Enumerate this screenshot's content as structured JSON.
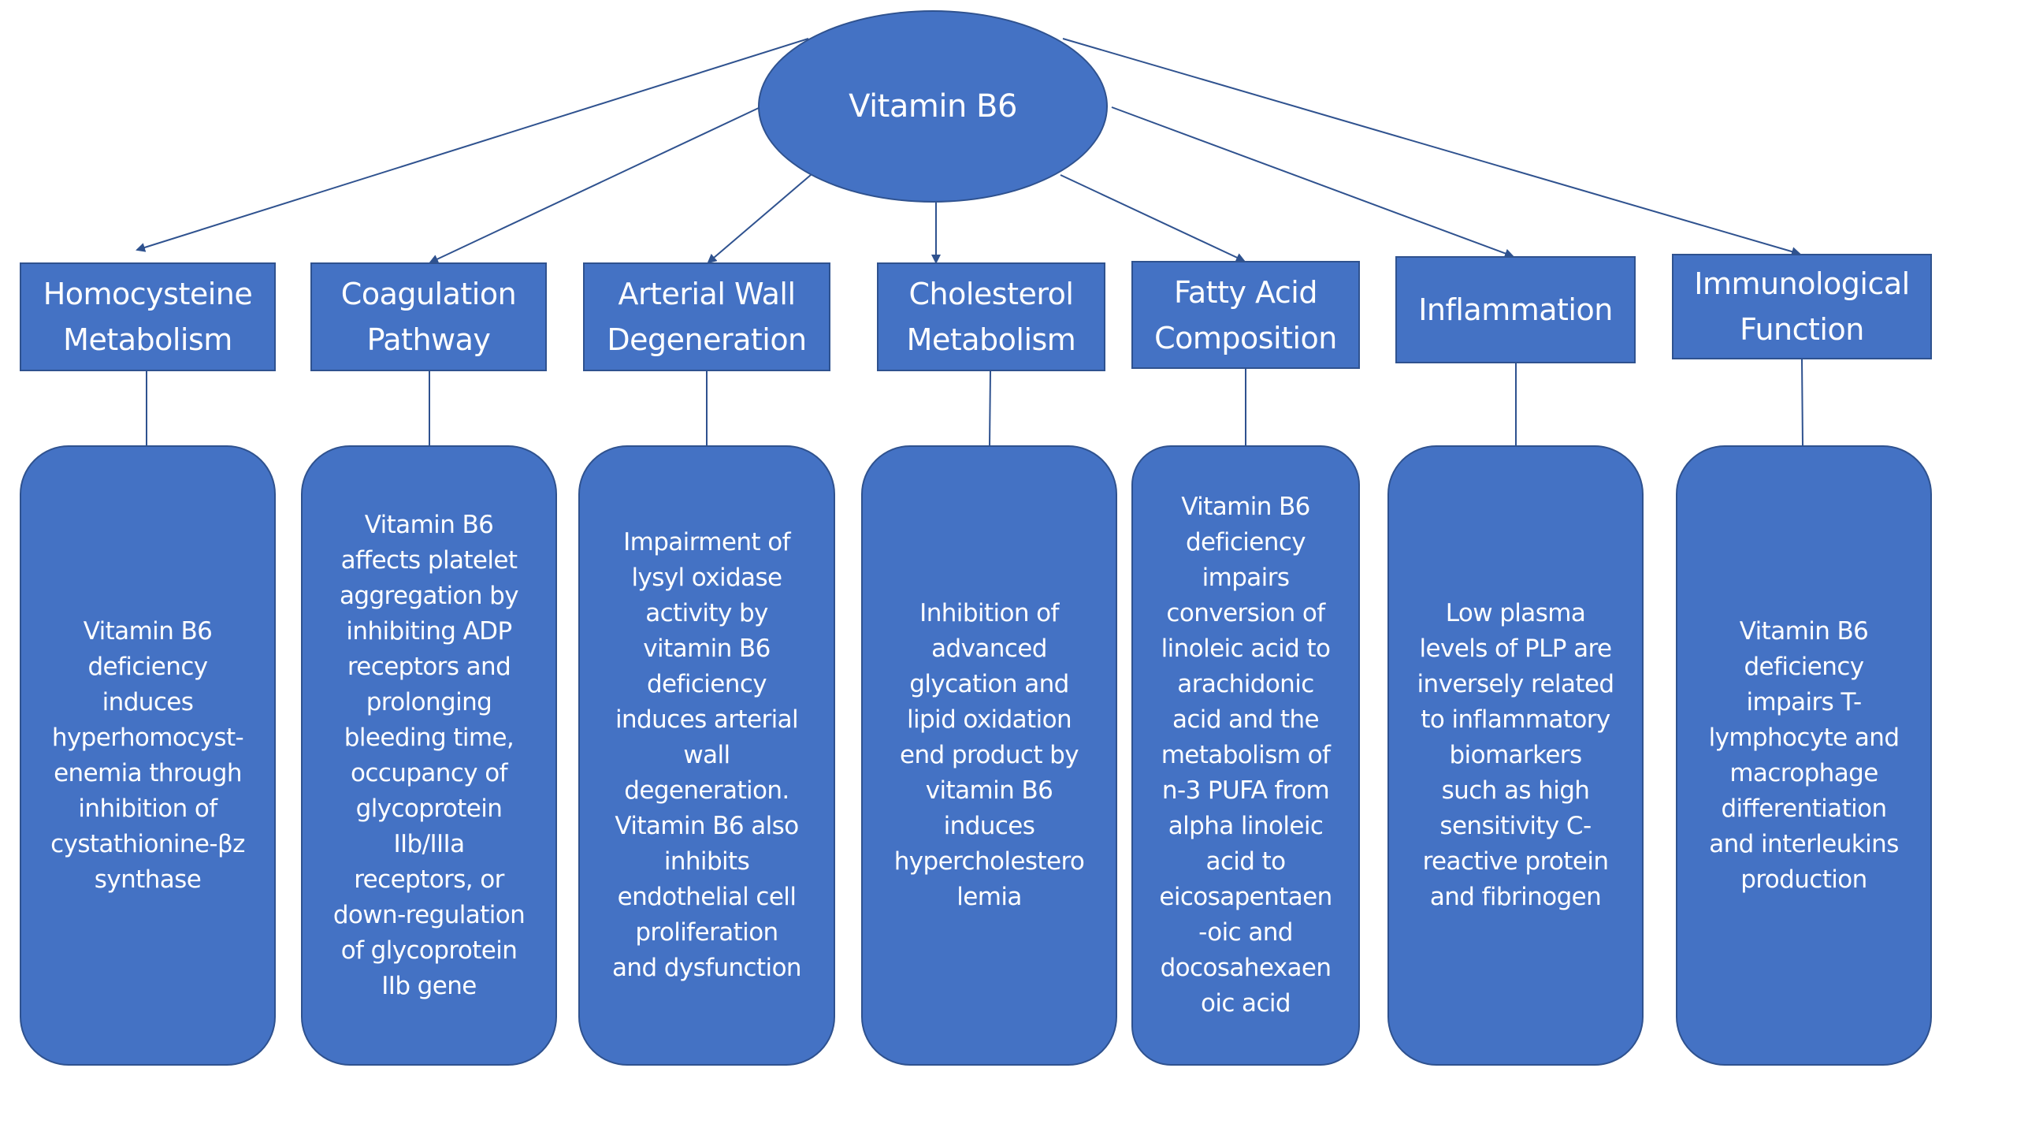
{
  "diagram": {
    "root": {
      "label": "Vitamin B6"
    },
    "fill_color": "#4472C4",
    "border_color": "#2F528F",
    "text_color": "#FFFFFF",
    "connector_color": "#2F528F",
    "categories": [
      {
        "title": "Homocysteine\nMetabolism",
        "detail": "Vitamin B6\ndeficiency\ninduces\nhyperhomocyst-\nenemia through\ninhibition of\ncystathionine-βz\nsynthase"
      },
      {
        "title": "Coagulation\nPathway",
        "detail": "Vitamin B6\naffects platelet\naggregation by\ninhibiting ADP\nreceptors and\nprolonging\nbleeding time,\noccupancy of\nglycoprotein\nIIb/IIIa\nreceptors, or\ndown-regulation\nof glycoprotein\nIIb gene"
      },
      {
        "title": "Arterial Wall\nDegeneration",
        "detail": "Impairment of\nlysyl oxidase\nactivity  by\nvitamin B6\ndeficiency\ninduces arterial\nwall\ndegeneration.\nVitamin B6 also\ninhibits\nendothelial cell\nproliferation\nand dysfunction"
      },
      {
        "title": "Cholesterol\nMetabolism",
        "detail": "Inhibition of\nadvanced\nglycation and\nlipid oxidation\nend product  by\nvitamin B6\ninduces\nhypercholestero\nlemia"
      },
      {
        "title": "Fatty Acid\nComposition",
        "detail": "Vitamin B6\ndeficiency\nimpairs\nconversion of\nlinoleic acid to\narachidonic\nacid and the\nmetabolism of\nn-3 PUFA from\nalpha linoleic\nacid to\neicosapentaen\n-oic and\ndocosahexaen\noic acid"
      },
      {
        "title": "Inflammation",
        "detail": "Low plasma\nlevels of PLP are\ninversely related\nto inflammatory\nbiomarkers\nsuch as high\nsensitivity C-\nreactive protein\nand fibrinogen"
      },
      {
        "title": "Immunological\nFunction",
        "detail": "Vitamin B6\ndeficiency\nimpairs T-\nlymphocyte and\nmacrophage\ndifferentiation\nand interleukins\nproduction"
      }
    ]
  }
}
